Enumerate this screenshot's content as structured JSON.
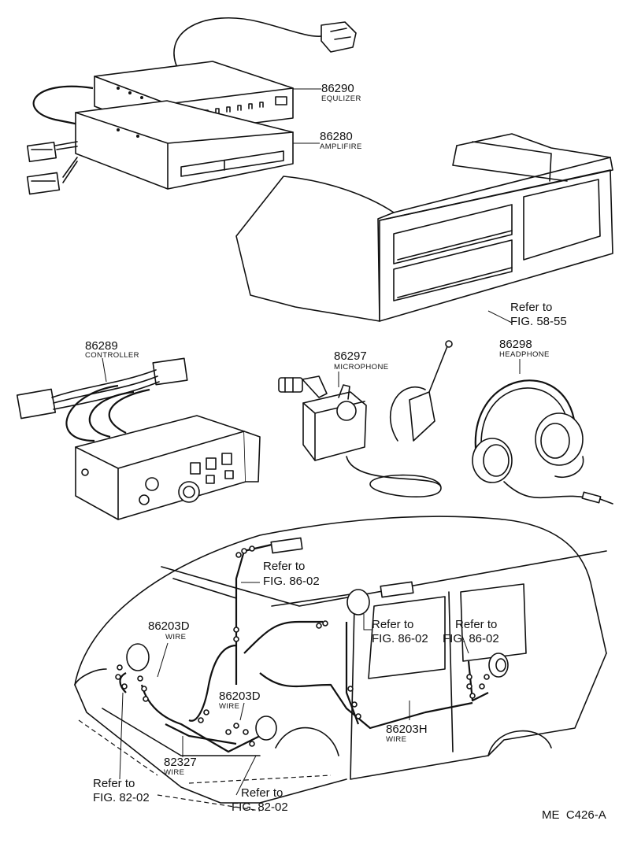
{
  "parts": {
    "equalizer": {
      "number": "86290",
      "name": "EQULIZER"
    },
    "amplifier": {
      "number": "86280",
      "name": "AMPLIFIRE"
    },
    "controller": {
      "number": "86289",
      "name": "CONTROLLER"
    },
    "microphone": {
      "number": "86297",
      "name": "MICROPHONE"
    },
    "headphone": {
      "number": "86298",
      "name": "HEADPHONE"
    },
    "wire_86203d_left": {
      "number": "86203D",
      "name": "WIRE"
    },
    "wire_86203d_center": {
      "number": "86203D",
      "name": "WIRE"
    },
    "wire_86203h": {
      "number": "86203H",
      "name": "WIRE"
    },
    "wire_82327": {
      "number": "82327",
      "name": "WIRE"
    }
  },
  "refs": {
    "console": {
      "line1": "Refer to",
      "line2": "FIG. 58-55"
    },
    "roof": {
      "line1": "Refer to",
      "line2": "FIG. 86-02"
    },
    "center_pillar": {
      "line1": "Refer to",
      "line2": "FIG. 86-02"
    },
    "rear_door": {
      "line1": "Refer to",
      "line2": "FIG. 86-02"
    },
    "rear_left": {
      "line1": "Refer to",
      "line2": "FIG. 82-02"
    },
    "rear_bottom": {
      "line1": "Refer to",
      "line2": "FIG. 82-02"
    }
  },
  "diagram_code": "ME  C426-A"
}
